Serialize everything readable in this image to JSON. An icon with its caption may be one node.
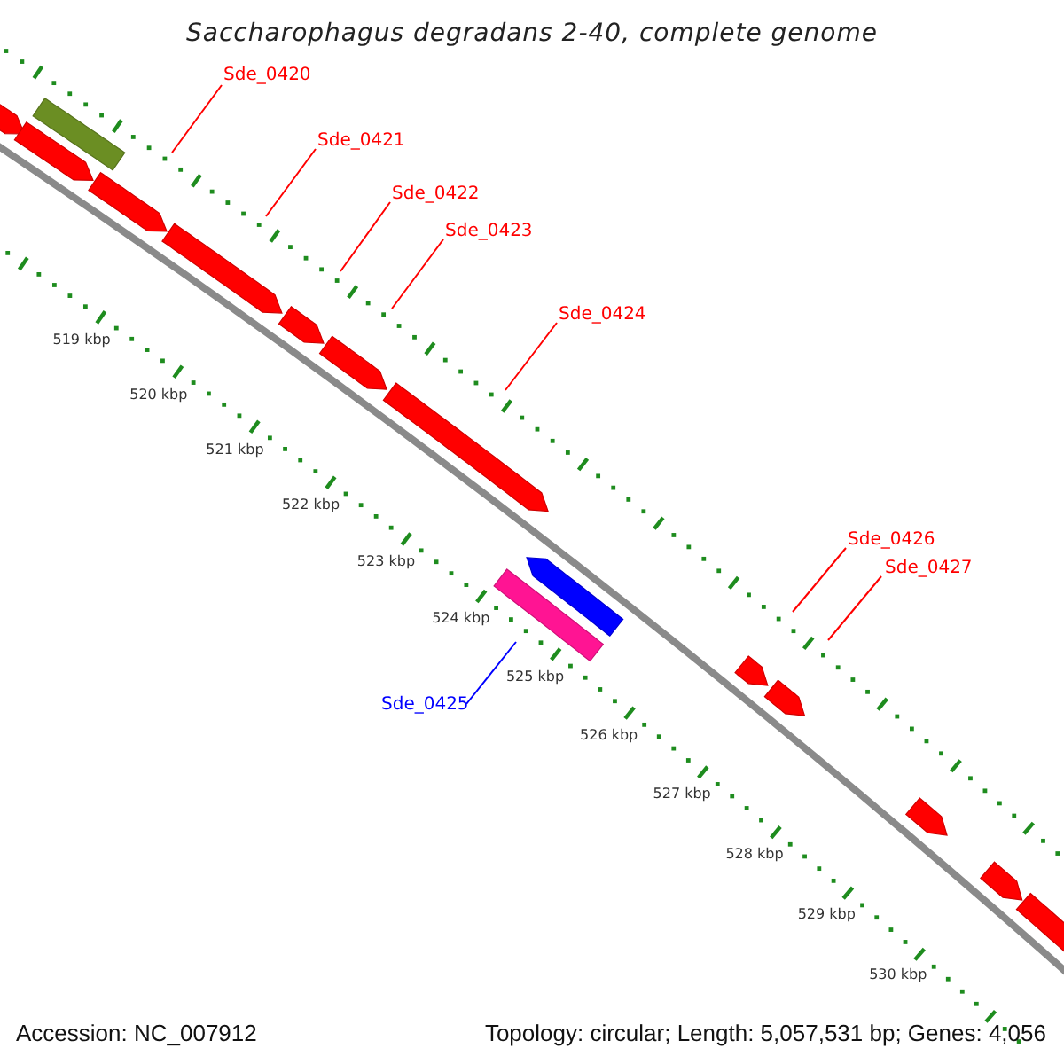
{
  "diagram": {
    "title": "Saccharophagus degradans 2-40, complete genome",
    "nodes": [
      {
        "text": [
          "Sde_0420"
        ]
      },
      {
        "text": [
          "Sde_0421"
        ]
      },
      {
        "text": [
          "Sde_0422"
        ]
      },
      {
        "text": [
          "Sde_0423"
        ]
      },
      {
        "text": [
          "Sde_0424"
        ]
      },
      {
        "text": [
          "Sde_0426"
        ]
      },
      {
        "text": [
          "Sde_0427"
        ]
      },
      {
        "text": [
          "Sde_0425"
        ]
      }
    ],
    "edges": [
      {
        "from": 0,
        "to": null,
        "arrow": "none"
      },
      {
        "from": 1,
        "to": null,
        "arrow": "none"
      },
      {
        "from": 2,
        "to": null,
        "arrow": "none"
      },
      {
        "from": 3,
        "to": null,
        "arrow": "none"
      },
      {
        "from": 4,
        "to": null,
        "arrow": "none"
      },
      {
        "from": 5,
        "to": null,
        "arrow": "none"
      },
      {
        "from": 6,
        "to": null,
        "arrow": "none"
      },
      {
        "from": 7,
        "to": null,
        "arrow": "none",
        "color": "#0000ff"
      }
    ],
    "labels": [
      "519 kbp",
      "520 kbp",
      "521 kbp",
      "522 kbp",
      "523 kbp",
      "524 kbp",
      "525 kbp",
      "526 kbp",
      "527 kbp",
      "528 kbp",
      "529 kbp",
      "530 kbp",
      "Accession: NC_007912",
      "Topology: circular; Length: 5,057,531 bp; Genes: 4,056"
    ]
  }
}
